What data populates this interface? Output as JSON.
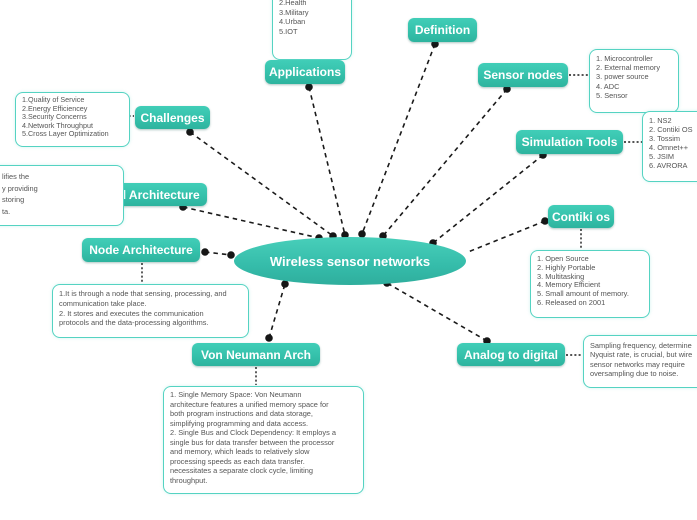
{
  "center": {
    "label": "Wireless sensor networks"
  },
  "nodes": {
    "applications": {
      "label": "Applications"
    },
    "definition": {
      "label": "Definition"
    },
    "sensor_nodes": {
      "label": "Sensor nodes"
    },
    "simulation_tools": {
      "label": "Simulation Tools"
    },
    "contiki_os": {
      "label": "Contiki os"
    },
    "challenges": {
      "label": "Challenges"
    },
    "havard_architecture": {
      "label": "Havard Architecture"
    },
    "node_architecture": {
      "label": "Node Architecture"
    },
    "von_neumann_arch": {
      "label": "Von Neumann Arch"
    },
    "analog_to_digital": {
      "label": "Analog to digital"
    }
  },
  "notes": {
    "applications_list": {
      "lines": [
        "2.Health",
        "3.Military",
        "4.Urban",
        "5.IOT"
      ]
    },
    "sensor_nodes_list": {
      "lines": [
        "1. Microcontroller",
        "2. External memory",
        "3. power source",
        "4. ADC",
        "5. Sensor"
      ]
    },
    "simulation_tools_list": {
      "lines": [
        "1. NS2",
        "2. Contiki OS",
        "3. Tossim",
        "4. Omnet++",
        "5. JSIM",
        "6. AVRORA"
      ]
    },
    "contiki_os_list": {
      "lines": [
        "1. Open Source",
        "2. Highly Portable",
        "3. Multitasking",
        "4. Memory Efficient",
        "5. Small amount of memory.",
        "6. Released on 2001"
      ]
    },
    "challenges_list": {
      "lines": [
        "1.Quality of Service",
        "2.Energy Efficiencey",
        "3.Security Concerns",
        "4.Network Throughput",
        "5.Cross Layer Optimization"
      ]
    },
    "havard_note": {
      "lines": [
        "lifies the",
        "y providing",
        "storing",
        "ta."
      ]
    },
    "node_architecture_note": {
      "lines": [
        "1.It is through a node that sensing, processing, and",
        "communication take place.",
        "2. It stores and executes the communication",
        "protocols and the data-processing algorithms."
      ]
    },
    "von_neumann_note": {
      "lines": [
        "1. Single Memory Space: Von Neumann",
        "architecture features a unified memory space for",
        "both program instructions and data storage,",
        "simplifying programming and data access.",
        "2. Single Bus and Clock Dependency: It employs a",
        "single bus for data transfer between the processor",
        "and memory, which leads to relatively slow",
        "processing speeds as each data transfer.",
        "necessitates a separate clock cycle, limiting",
        "throughput."
      ]
    },
    "analog_note": {
      "lines": [
        "Sampling frequency, determine",
        "Nyquist rate, is crucial, but wire",
        "sensor networks may require",
        "oversampling due to noise."
      ]
    }
  },
  "colors": {
    "node_fill": "#35c1ab",
    "node_fill_light": "#41ceb8",
    "node_text": "#ffffff",
    "note_border": "#55d3c2",
    "note_text": "#555555",
    "connector": "#1a1a1a",
    "background": "#ffffff"
  }
}
